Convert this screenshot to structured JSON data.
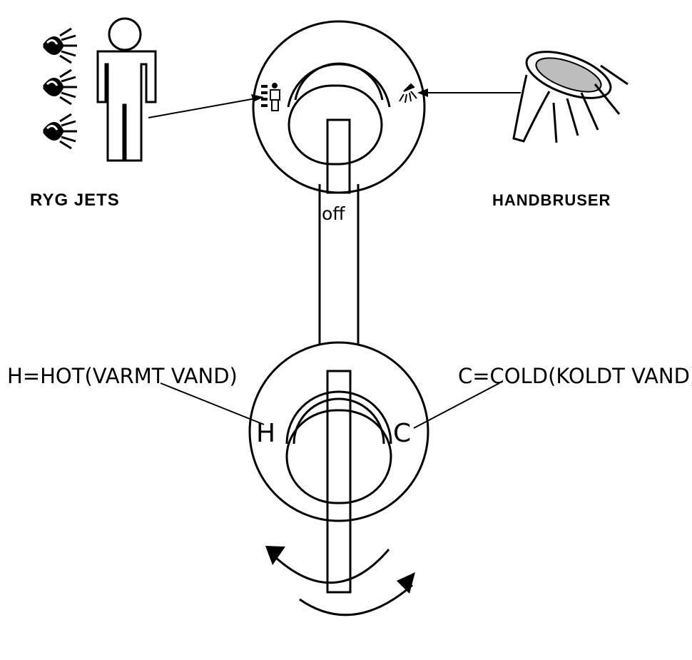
{
  "labels": {
    "back_jets": "RYG JETS",
    "hand_shower": "HANDBRUSER",
    "off": "off",
    "hot_legend": "H=HOT(VARMT VAND)",
    "cold_legend": "C=COLD(KOLDT VAND)",
    "hot_mark": "H",
    "cold_mark": "C"
  },
  "colors": {
    "line": "#000000",
    "background": "#ffffff"
  },
  "icons": [
    "person-icon",
    "back-jet-nozzle-icon",
    "hand-shower-icon",
    "rotation-arrows-icon"
  ]
}
